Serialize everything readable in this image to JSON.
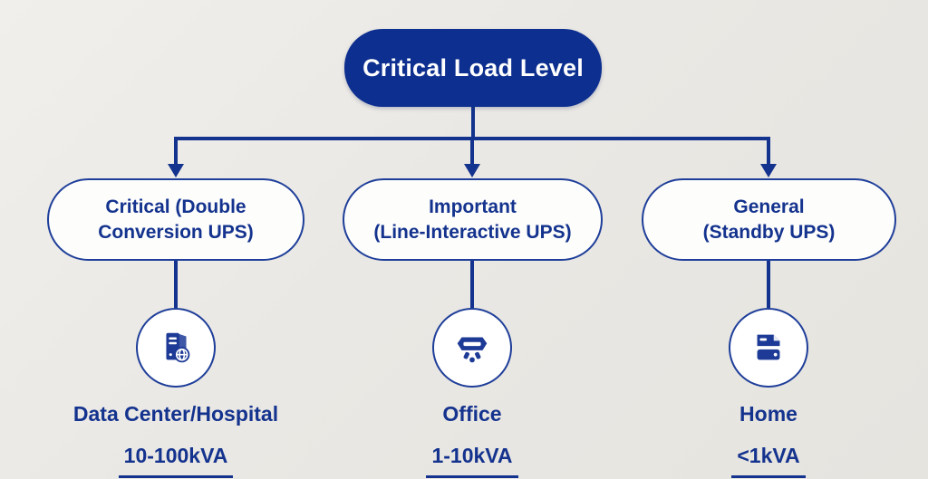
{
  "accent": "#14338e",
  "background": "#eae8e4",
  "root": {
    "label": "Critical Load Level"
  },
  "branches": [
    {
      "label_line1": "Critical (Double",
      "label_line2": "Conversion UPS)",
      "icon": "server-icon",
      "use_case": "Data Center/Hospital",
      "capacity": "10-100kVA"
    },
    {
      "label_line1": "Important",
      "label_line2": "(Line-Interactive UPS)",
      "icon": "office-icon",
      "use_case": "Office",
      "capacity": "1-10kVA"
    },
    {
      "label_line1": "General",
      "label_line2": "(Standby UPS)",
      "icon": "home-device-icon",
      "use_case": "Home",
      "capacity": "<1kVA"
    }
  ]
}
